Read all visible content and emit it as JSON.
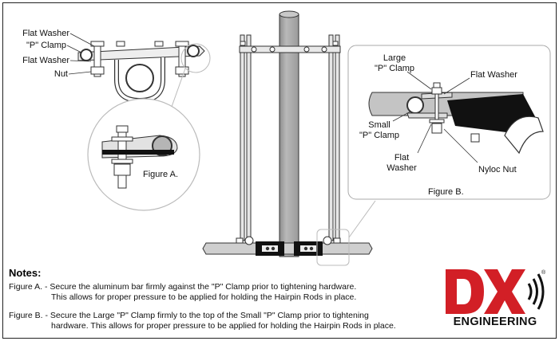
{
  "labels": {
    "flat_washer_1": "Flat Washer",
    "p_clamp": "\"P\" Clamp",
    "flat_washer_2": "Flat Washer",
    "nut": "Nut",
    "figure_a": "Figure A.",
    "large_p_clamp_1": "Large",
    "large_p_clamp_2": "\"P\" Clamp",
    "flat_washer_b_top": "Flat Washer",
    "small_p_clamp_1": "Small",
    "small_p_clamp_2": "\"P\" Clamp",
    "flat_washer_b_1": "Flat",
    "flat_washer_b_2": "Washer",
    "nyloc_nut": "Nyloc Nut",
    "figure_b": "Figure B."
  },
  "notes": {
    "title": "Notes:",
    "a_line1": "Figure A. - Secure the aluminum bar firmly against the \"P\" Clamp prior to tightening hardware.",
    "a_line2": "This allows for proper pressure to be applied for holding the Hairpin Rods in place.",
    "b_line1": "Figure B. - Secure the Large \"P\" Clamp firmly to the top of the Small \"P\" Clamp prior to tightening",
    "b_line2": "hardware. This allows for proper pressure to be applied for holding the Hairpin Rods in place."
  },
  "logo": {
    "letters": "DX",
    "registered": "®",
    "subtitle": "ENGINEERING",
    "colors": {
      "red": "#d21f26",
      "black": "#111111"
    }
  }
}
